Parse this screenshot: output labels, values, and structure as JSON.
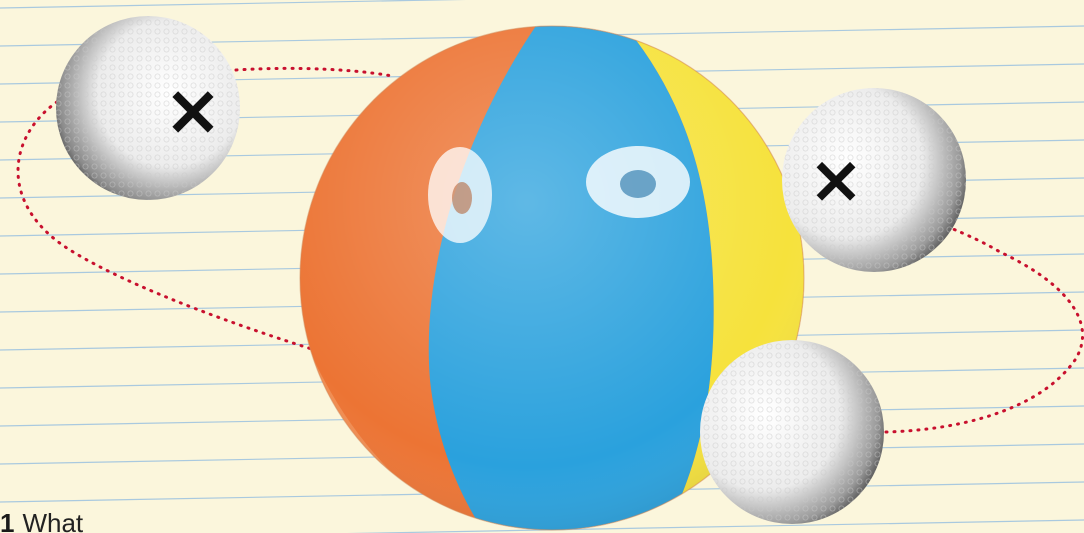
{
  "caption": {
    "number": "1",
    "text": "What"
  },
  "colors": {
    "paper": "#fbf6dc",
    "ruled_lines": "#a9c9df",
    "orbit_path": "#c8102e",
    "beach_orange": "#ec7434",
    "beach_blue": "#2aa1dd",
    "beach_yellow": "#f6e23c",
    "golf_white": "#f2f2f2",
    "x_mark": "#111111"
  },
  "marks": {
    "mark_glyph": "×"
  },
  "illustration": {
    "central_object": "beach-ball",
    "orbiting_objects": [
      "golf-ball",
      "golf-ball",
      "golf-ball"
    ],
    "crossed_out": [
      true,
      true,
      false
    ],
    "path_style": "dotted-ellipse-with-arrow"
  }
}
